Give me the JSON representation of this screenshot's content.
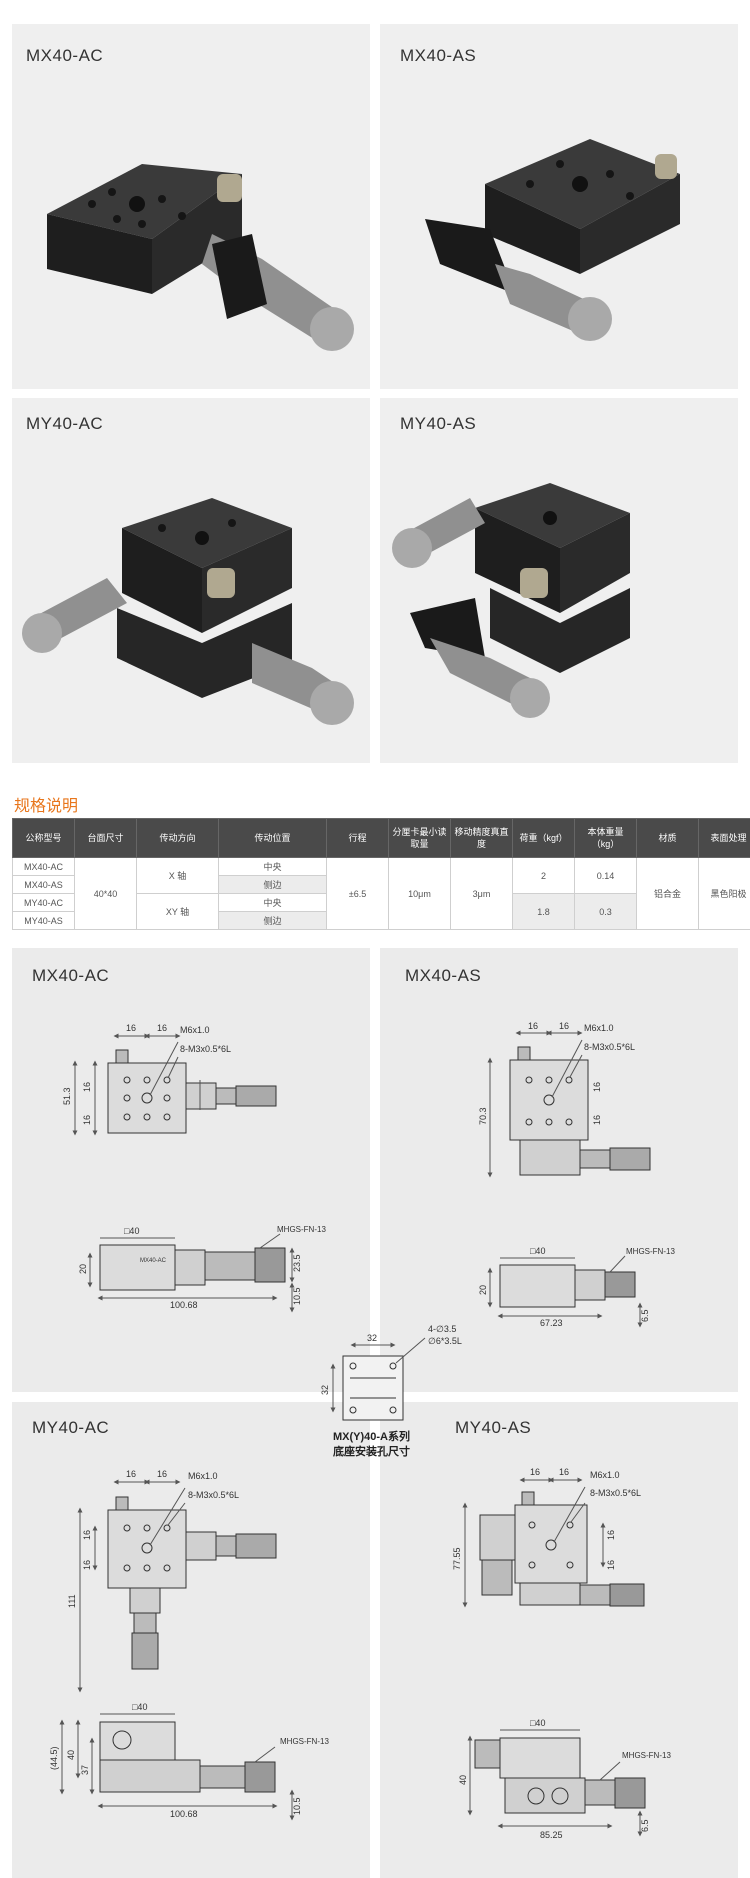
{
  "photos": [
    {
      "title": "MX40-AC"
    },
    {
      "title": "MX40-AS"
    },
    {
      "title": "MY40-AC"
    },
    {
      "title": "MY40-AS"
    }
  ],
  "specs": {
    "section_title": "规格说明",
    "headers": [
      "公称型号",
      "台面尺寸",
      "传动方向",
      "传动位置",
      "行程",
      "分厘卡最小读取量",
      "移动精度真直度",
      "荷重（kgf）",
      "本体重量（kg）",
      "材质",
      "表面处理"
    ],
    "models": [
      "MX40-AC",
      "MX40-AS",
      "MY40-AC",
      "MY40-AS"
    ],
    "table_size": "40*40",
    "directions": [
      "X 轴",
      "XY 轴"
    ],
    "positions": [
      "中央",
      "侧边",
      "中央",
      "侧边"
    ],
    "stroke": "±6.5",
    "micrometer_reading": "10μm",
    "straightness": "3μm",
    "loads": [
      "2",
      "1.8"
    ],
    "weights": [
      "0.14",
      "0.3"
    ],
    "material": "铝合金",
    "finish": "黑色阳极"
  },
  "drawings": {
    "mx40_ac": {
      "title": "MX40-AC",
      "dims": [
        "16",
        "16",
        "M6x1.0",
        "8-M3x0.5*6L",
        "51.3",
        "16",
        "16",
        "□40",
        "MHGS-FN-13",
        "20",
        "23.5",
        "100.68",
        "10.5"
      ],
      "part_label": "MX40-AC"
    },
    "mx40_as": {
      "title": "MX40-AS",
      "dims": [
        "16",
        "16",
        "M6x1.0",
        "8-M3x0.5*6L",
        "70.3",
        "16",
        "16",
        "□40",
        "MHGS-FN-13",
        "20",
        "67.23",
        "6.5"
      ]
    },
    "my40_ac": {
      "title": "MY40-AC",
      "dims": [
        "16",
        "16",
        "M6x1.0",
        "8-M3x0.5*6L",
        "16",
        "16",
        "111",
        "□40",
        "MHGS-FN-13",
        "(44.5)",
        "40",
        "37",
        "100.68",
        "10.5"
      ]
    },
    "my40_as": {
      "title": "MY40-AS",
      "dims": [
        "16",
        "16",
        "M6x1.0",
        "8-M3x0.5*6L",
        "16",
        "16",
        "77.55",
        "□40",
        "MHGS-FN-13",
        "40",
        "85.25",
        "6.5"
      ]
    },
    "base": {
      "dims": [
        "32",
        "4-∅3.5",
        "∅6*3.5L",
        "32"
      ],
      "caption_line1": "MX(Y)40-A系列",
      "caption_line2": "底座安装孔尺寸"
    }
  },
  "colors": {
    "accent": "#e8761c",
    "header_bg": "#4a4a4a",
    "panel_bg": "#ebebeb"
  }
}
